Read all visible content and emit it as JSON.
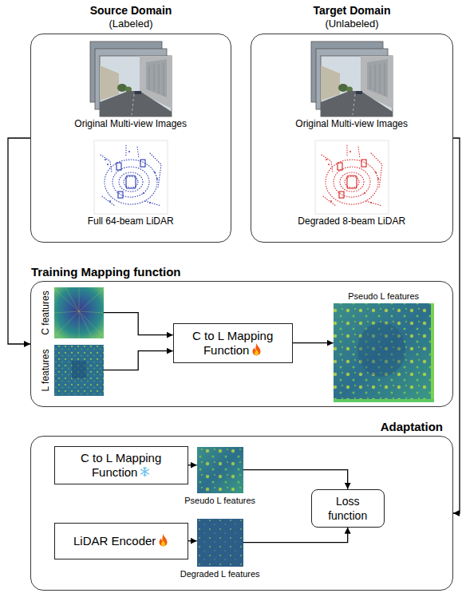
{
  "diagram": {
    "nodes": [
      {
        "text": [
          "Source Domain",
          "(Labeled)"
        ]
      },
      {
        "text": [
          "Original Multi-view Images"
        ],
        "in": 0
      },
      {
        "text": [
          "Full 64-beam LiDAR"
        ],
        "in": 0
      },
      {
        "text": [
          "Target Domain",
          "(Unlabeled)"
        ]
      },
      {
        "text": [
          "Original Multi-view Images"
        ],
        "in": 3
      },
      {
        "text": [
          "Degraded 8-beam LiDAR"
        ],
        "in": 3
      },
      {
        "text": [
          "Training Mapping function"
        ]
      },
      {
        "text": [
          "C features"
        ],
        "in": 6
      },
      {
        "text": [
          "L features"
        ],
        "in": 6
      },
      {
        "text": [
          "C to L Mapping Function"
        ],
        "in": 6
      },
      {
        "text": [
          "Pseudo L features"
        ],
        "in": 6
      },
      {
        "text": [
          "Adaptation"
        ]
      },
      {
        "text": [
          "C to L Mapping Function"
        ],
        "in": 11
      },
      {
        "text": [
          "Pseudo L features"
        ],
        "in": 11
      },
      {
        "text": [
          "LiDAR Encoder"
        ],
        "in": 11
      },
      {
        "text": [
          "Degraded L features"
        ],
        "in": 11
      },
      {
        "text": [
          "Loss function"
        ],
        "in": 11
      }
    ],
    "edges": [
      {
        "from": 0,
        "to": 6,
        "arrow": "to"
      },
      {
        "from": 3,
        "to": 11,
        "arrow": "to"
      },
      {
        "from": 7,
        "to": 9,
        "arrow": "to"
      },
      {
        "from": 8,
        "to": 9,
        "arrow": "to"
      },
      {
        "from": 9,
        "to": 10,
        "arrow": "to"
      },
      {
        "from": 12,
        "to": 13,
        "arrow": "to"
      },
      {
        "from": 14,
        "to": 15,
        "arrow": "to"
      },
      {
        "from": 13,
        "to": 16,
        "arrow": "to"
      },
      {
        "from": 15,
        "to": 16,
        "arrow": "to"
      }
    ]
  }
}
